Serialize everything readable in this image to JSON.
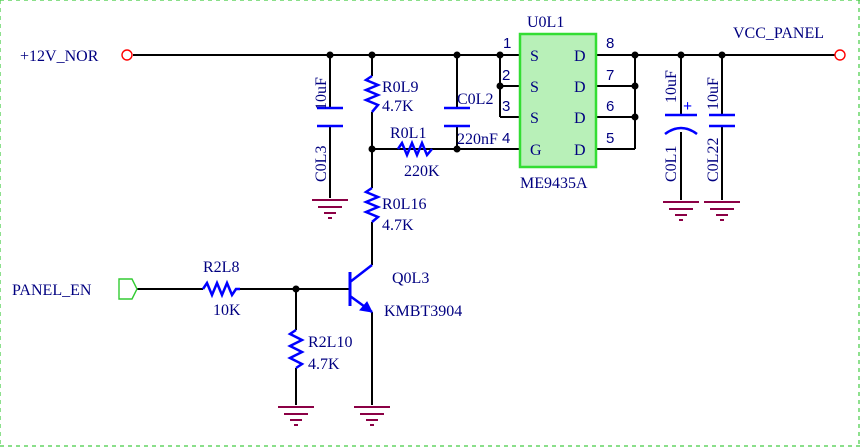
{
  "nets": {
    "input_power": "+12V_NOR",
    "output_power": "VCC_PANEL",
    "enable": "PANEL_EN"
  },
  "ic": {
    "ref": "U0L1",
    "value": "ME9435A",
    "pins": [
      {
        "num": "1",
        "label": "S"
      },
      {
        "num": "2",
        "label": "S"
      },
      {
        "num": "3",
        "label": "S"
      },
      {
        "num": "4",
        "label": "G"
      },
      {
        "num": "8",
        "label": "D"
      },
      {
        "num": "7",
        "label": "D"
      },
      {
        "num": "6",
        "label": "D"
      },
      {
        "num": "5",
        "label": "D"
      }
    ]
  },
  "components": {
    "C0L3": {
      "ref": "C0L3",
      "value": "10uF"
    },
    "R0L9": {
      "ref": "R0L9",
      "value": "4.7K"
    },
    "C0L2": {
      "ref": "C0L2",
      "value": "220nF"
    },
    "R0L1": {
      "ref": "R0L1",
      "value": "220K"
    },
    "R0L16": {
      "ref": "R0L16",
      "value": "4.7K"
    },
    "C0L1": {
      "ref": "C0L1",
      "value": "10uF",
      "polarity": "+"
    },
    "C0L22": {
      "ref": "C0L22",
      "value": "10uF"
    },
    "R2L8": {
      "ref": "R2L8",
      "value": "10K"
    },
    "R2L10": {
      "ref": "R2L10",
      "value": "4.7K"
    },
    "Q0L3": {
      "ref": "Q0L3",
      "value": "KMBT3904"
    }
  },
  "colors": {
    "wire": "#000000",
    "component": "#0000ff",
    "text": "#000080",
    "ground": "#8b0045",
    "ic_fill": "#b8f0b8",
    "ic_border": "#33dd33",
    "port": "#ff0000",
    "border": "#44cc44"
  }
}
